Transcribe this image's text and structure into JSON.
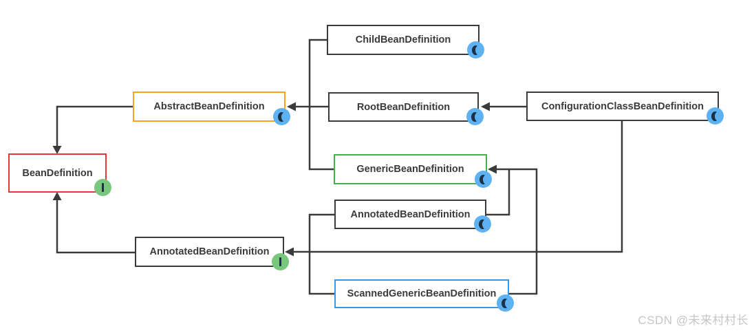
{
  "diagram": {
    "title_implicit": "Spring BeanDefinition class hierarchy",
    "colors": {
      "line": "#3a3a3a",
      "node_border_default": "#3a3a3a",
      "red": "#e83535",
      "orange": "#faa21e",
      "green": "#47b04b",
      "blue": "#2e9bf0",
      "class_badge_bg": "#5fb2f2",
      "interface_badge_bg": "#79c77d",
      "badge_glyph": "#1c3145",
      "label_color": "#3b3b3b"
    },
    "nodes": [
      {
        "id": "bean-definition",
        "label": "BeanDefinition",
        "type": "interface",
        "border_color": "#e83535"
      },
      {
        "id": "abstract-bean-definition",
        "label": "AbstractBeanDefinition",
        "type": "class",
        "border_color": "#faa21e"
      },
      {
        "id": "child-bean-definition",
        "label": "ChildBeanDefinition",
        "type": "class",
        "border_color": "#3a3a3a"
      },
      {
        "id": "root-bean-definition",
        "label": "RootBeanDefinition",
        "type": "class",
        "border_color": "#3a3a3a"
      },
      {
        "id": "configuration-class-bean-definition",
        "label": "ConfigurationClassBeanDefinition",
        "type": "class",
        "border_color": "#3a3a3a"
      },
      {
        "id": "generic-bean-definition",
        "label": "GenericBeanDefinition",
        "type": "class",
        "border_color": "#47b04b"
      },
      {
        "id": "annotated-bean-definition-class",
        "label": "AnnotatedBeanDefinition",
        "type": "class",
        "border_color": "#3a3a3a"
      },
      {
        "id": "annotated-bean-definition-interface",
        "label": "AnnotatedBeanDefinition",
        "type": "interface",
        "border_color": "#3a3a3a"
      },
      {
        "id": "scanned-generic-bean-definition",
        "label": "ScannedGenericBeanDefinition",
        "type": "class",
        "border_color": "#2e9bf0"
      }
    ],
    "edges": [
      {
        "from": "abstract-bean-definition",
        "to": "bean-definition"
      },
      {
        "from": "annotated-bean-definition-interface",
        "to": "bean-definition"
      },
      {
        "from": "child-bean-definition",
        "to": "abstract-bean-definition"
      },
      {
        "from": "root-bean-definition",
        "to": "abstract-bean-definition"
      },
      {
        "from": "generic-bean-definition",
        "to": "abstract-bean-definition"
      },
      {
        "from": "configuration-class-bean-definition",
        "to": "root-bean-definition"
      },
      {
        "from": "annotated-bean-definition-class",
        "to": "generic-bean-definition"
      },
      {
        "from": "scanned-generic-bean-definition",
        "to": "generic-bean-definition"
      },
      {
        "from": "configuration-class-bean-definition",
        "to": "annotated-bean-definition-interface"
      },
      {
        "from": "annotated-bean-definition-class",
        "to": "annotated-bean-definition-interface"
      },
      {
        "from": "scanned-generic-bean-definition",
        "to": "annotated-bean-definition-interface"
      }
    ]
  },
  "watermark": {
    "text": "CSDN @未来村村长",
    "color": "#c6c6c6"
  }
}
